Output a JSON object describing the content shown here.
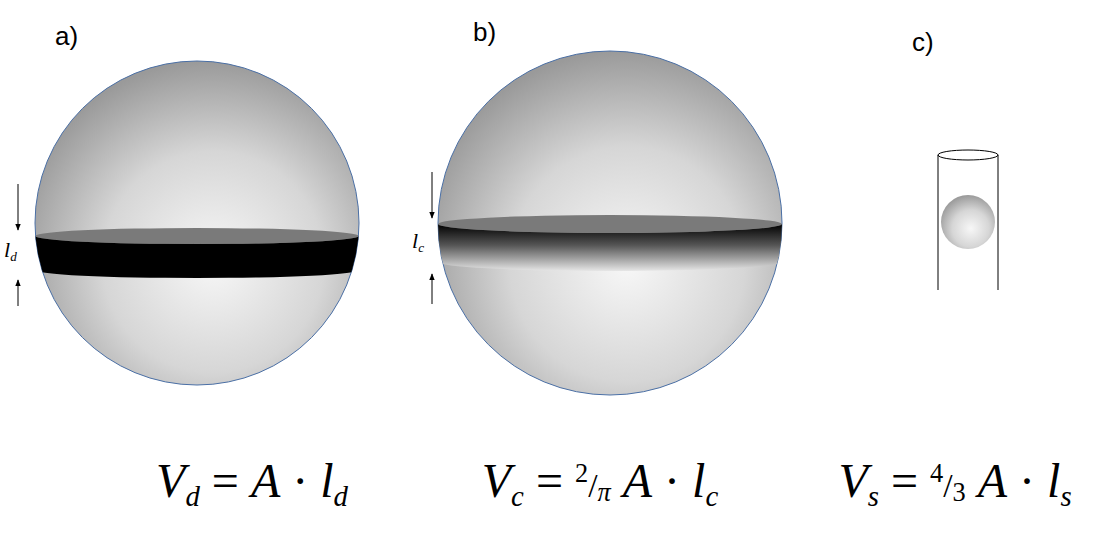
{
  "diagram": {
    "labels": [
      "a)",
      "b)",
      "c)",
      "ld",
      "lc",
      "Vd = A · ld",
      "Vc = 2/π A · lc",
      "Vs = 4/3 A · ls"
    ]
  }
}
